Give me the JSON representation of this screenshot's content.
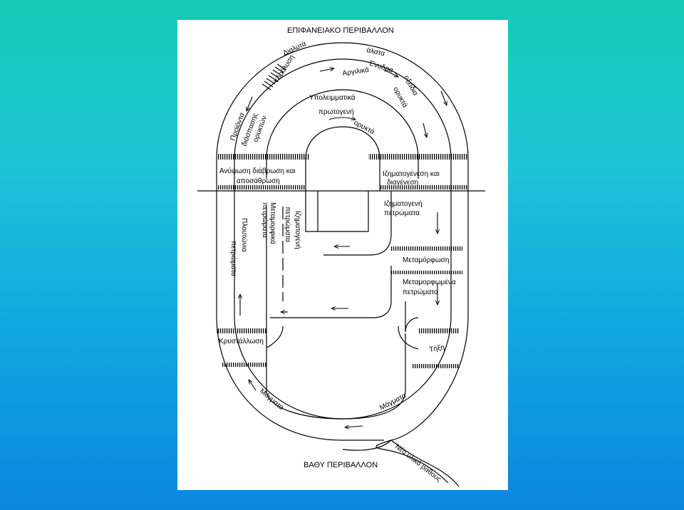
{
  "diagram": {
    "top_title": "ΕΠΙΦΑΝΕΙΑΚΟ ΠΕΡΙΒΑΛΛΟΝ",
    "bottom_title": "ΒΑΘΥ ΠΕΡΙΒΑΛΛΟΝ",
    "labels": {
      "dialyta": "Διαλυτά",
      "alata": "άλατα",
      "enydra": "Ένυδρα",
      "argilika": "Αργιλικά",
      "ydrolysi": "Υδρόλυση",
      "odeidia": "οξείδια",
      "orykta_right": "ορυκτά",
      "proionta": "Προϊόντα",
      "diaspasis": "διάσπασης",
      "oryktwn": "ορυκτών",
      "ypoleimmatika": "Υπολειμματικά",
      "protogeni": "πρωτογενή",
      "orykta_inner": "ορυκτά",
      "anypswsi": "Ανύψωση διάβρωση και",
      "apothavrosi": "αποσάθρωση",
      "izimatogenesi": "Ιζηματογένεση και",
      "diagenesi": "διαγένεση",
      "izimatogeni_right": "Ιζηματογενή",
      "petromata_right": "πετρώματα",
      "metamorfosi": "Μεταμόρφωση",
      "metamorfomena": "Μεταμορφωμένα",
      "petromata_meta": "πετρώματα",
      "plutonia": "Πλουτώνια",
      "plutonia_petr": "πετρώματα",
      "metamorfika": "Μεταμορφικά",
      "metamorfika_petr": "πετρώματα",
      "metamorfika_petr2": "πετρώματα",
      "izimatogeni_vert": "Ιζηματογενή",
      "krystallosi": "Κρυστάλλωση",
      "tixi": "Τήξη",
      "magmata_left": "Μάγματα",
      "magmata_right": "Μάγματα",
      "neo_yliko": "Νέο υλικό βάθους"
    }
  }
}
